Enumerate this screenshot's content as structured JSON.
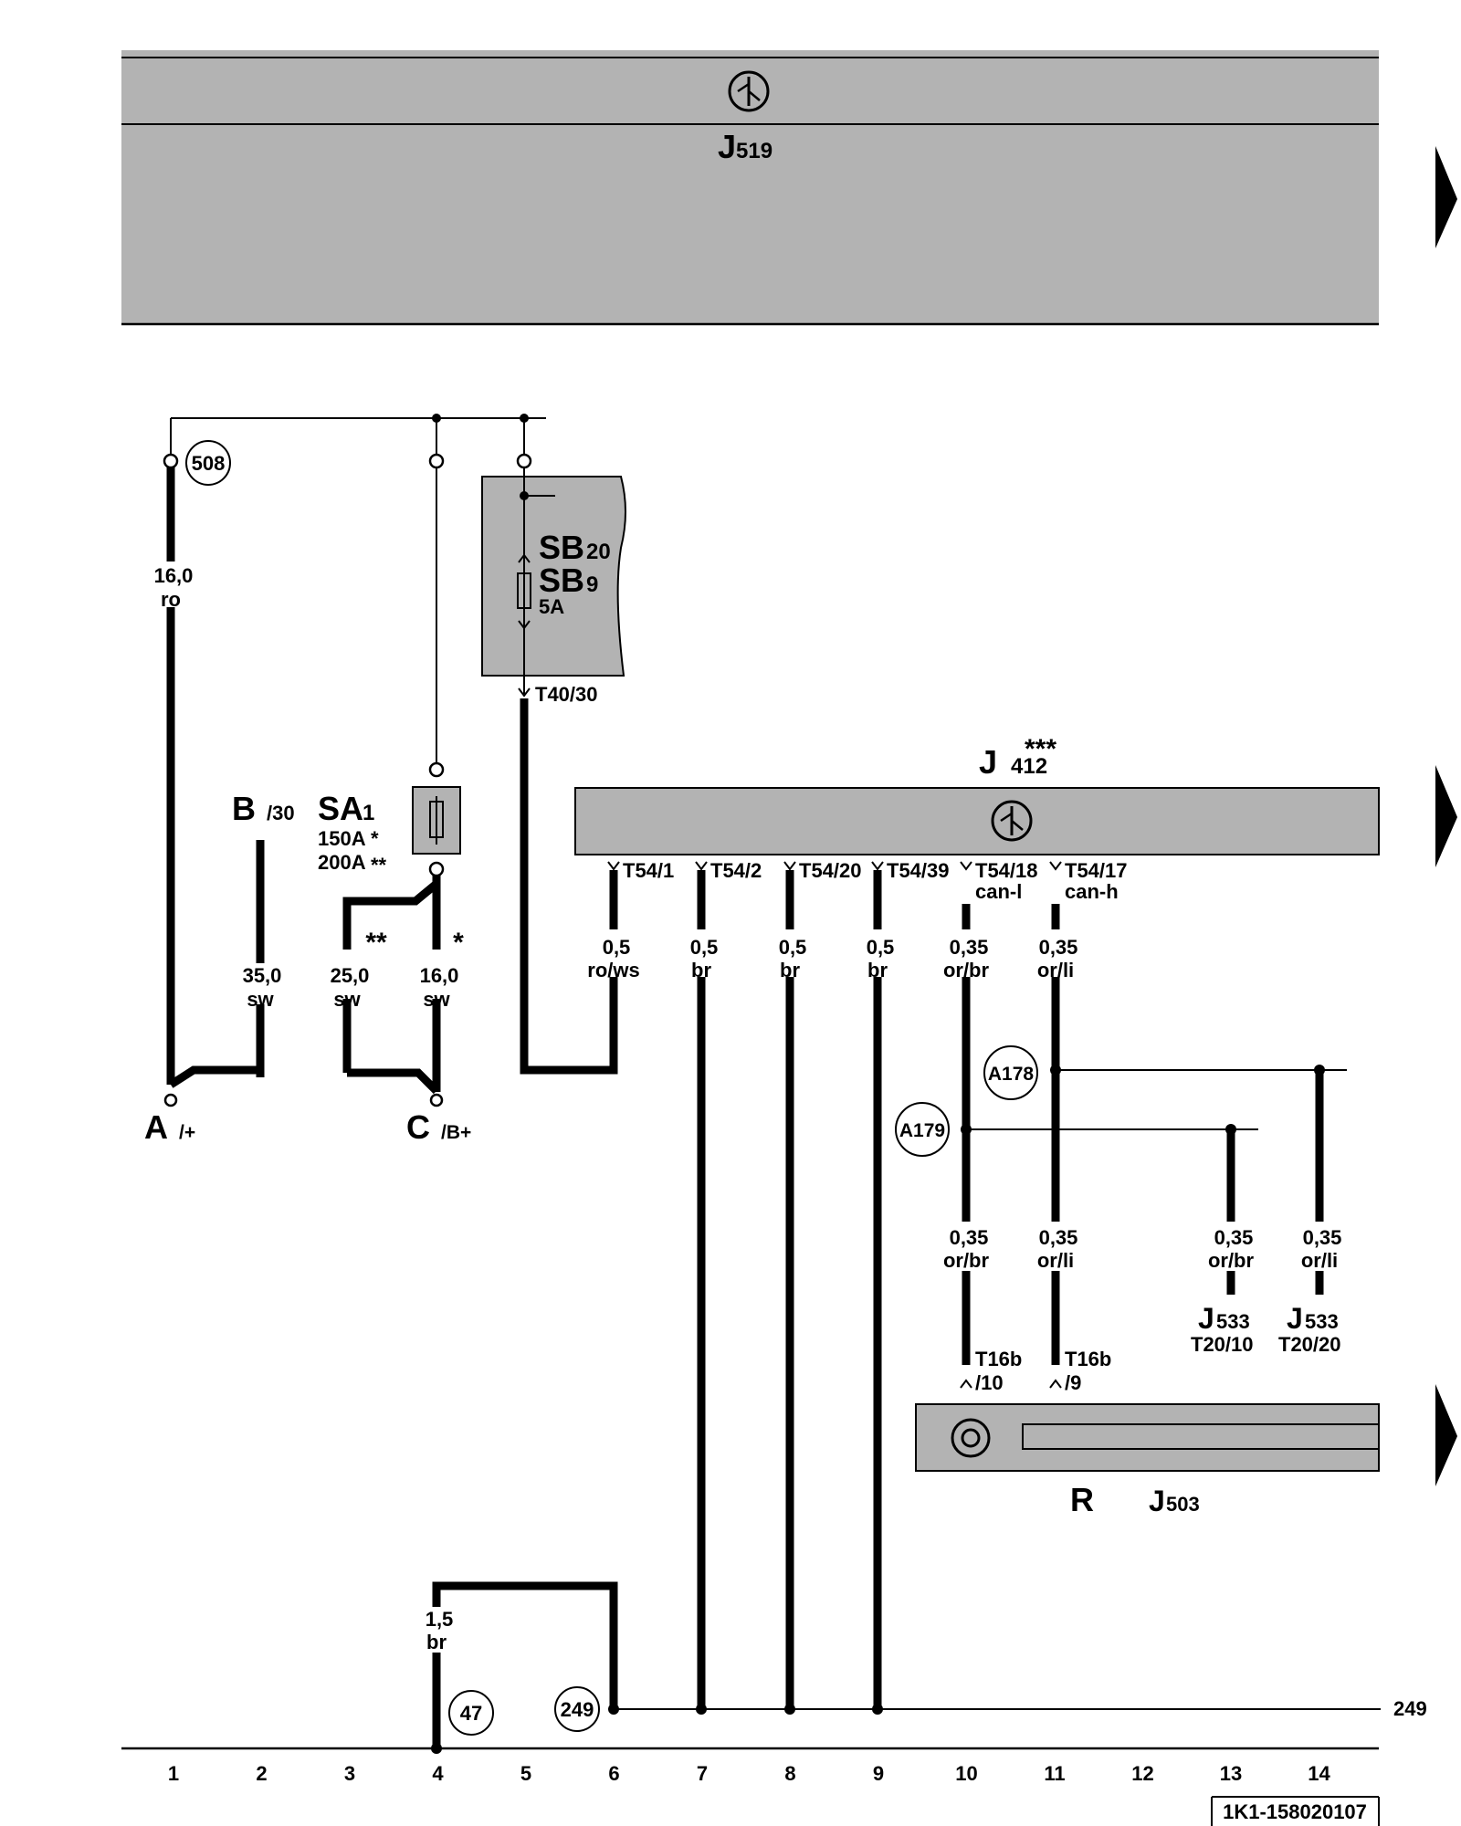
{
  "header": {
    "module_j519": {
      "main": "J",
      "sub": "519"
    }
  },
  "modules": {
    "j412": {
      "main": "J",
      "sub": "412",
      "mark": "***"
    },
    "fuse_box": {
      "sb20_main": "SB",
      "sb20_sub": "20",
      "sb9_main": "SB",
      "sb9_sub": "9",
      "rating": "5A",
      "pin": "T40/30"
    },
    "sa1": {
      "main": "SA",
      "sub": "1",
      "rating1": "150A",
      "rating2": "200A",
      "star1": "*",
      "star2": "**"
    },
    "r": "R",
    "j503": {
      "main": "J",
      "sub": "503"
    },
    "j533_a": {
      "main": "J",
      "sub": "533",
      "pin": "T20/10"
    },
    "j533_b": {
      "main": "J",
      "sub": "533",
      "pin": "T20/20"
    }
  },
  "terminals": {
    "a": {
      "main": "A",
      "sub": "/+"
    },
    "b": {
      "main": "B",
      "sub": "/30"
    },
    "c": {
      "main": "C",
      "sub": "/B+"
    }
  },
  "connection_points": [
    "508",
    "47",
    "249",
    "A178",
    "A179"
  ],
  "pins_j412": [
    {
      "pin": "T54/1",
      "note": ""
    },
    {
      "pin": "T54/2",
      "note": ""
    },
    {
      "pin": "T54/20",
      "note": ""
    },
    {
      "pin": "T54/39",
      "note": ""
    },
    {
      "pin": "T54/18",
      "note": "can-l"
    },
    {
      "pin": "T54/17",
      "note": "can-h"
    }
  ],
  "pins_j503": [
    {
      "pin": "T16b",
      "sub": "/10"
    },
    {
      "pin": "T16b",
      "sub": "/9"
    }
  ],
  "wires": [
    {
      "size": "16,0",
      "color": "ro"
    },
    {
      "size": "35,0",
      "color": "sw"
    },
    {
      "size": "25,0",
      "color": "sw"
    },
    {
      "size": "16,0",
      "color": "sw"
    },
    {
      "size": "0,5",
      "color": "ro/ws"
    },
    {
      "size": "0,5",
      "color": "br"
    },
    {
      "size": "0,5",
      "color": "br"
    },
    {
      "size": "0,5",
      "color": "br"
    },
    {
      "size": "0,35",
      "color": "or/br"
    },
    {
      "size": "0,35",
      "color": "or/li"
    },
    {
      "size": "0,35",
      "color": "or/br"
    },
    {
      "size": "0,35",
      "color": "or/li"
    },
    {
      "size": "0,35",
      "color": "or/br"
    },
    {
      "size": "0,35",
      "color": "or/li"
    },
    {
      "size": "1,5",
      "color": "br"
    }
  ],
  "wire_marks": {
    "double": "**",
    "single": "*"
  },
  "ground_ref": "249",
  "columns": [
    "1",
    "2",
    "3",
    "4",
    "5",
    "6",
    "7",
    "8",
    "9",
    "10",
    "11",
    "12",
    "13",
    "14"
  ],
  "doc_id": "1K1-158020107",
  "colors": {
    "module_fill": "#b3b3b3",
    "line": "#000000"
  }
}
